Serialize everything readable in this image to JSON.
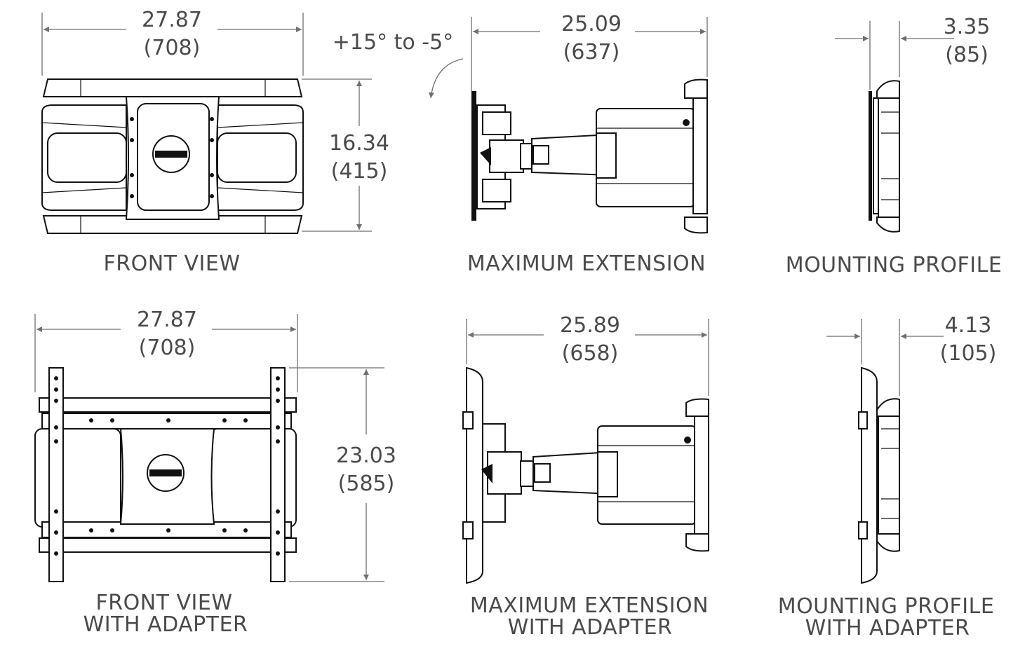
{
  "views": [
    {
      "id": "front",
      "label": [
        "FRONT VIEW"
      ],
      "dims": [
        {
          "value": "27.87",
          "metric": "(708)"
        },
        {
          "value": "16.34",
          "metric": "(415)"
        }
      ]
    },
    {
      "id": "max",
      "label": [
        "MAXIMUM EXTENSION"
      ],
      "dims": [
        {
          "value": "25.09",
          "metric": "(637)"
        }
      ],
      "tilt": "+15° to -5°"
    },
    {
      "id": "profile",
      "label": [
        "MOUNTING PROFILE"
      ],
      "dims": [
        {
          "value": "3.35",
          "metric": "(85)"
        }
      ]
    },
    {
      "id": "front_adapter",
      "label": [
        "FRONT VIEW",
        "WITH ADAPTER"
      ],
      "dims": [
        {
          "value": "27.87",
          "metric": "(708)"
        },
        {
          "value": "23.03",
          "metric": "(585)"
        }
      ]
    },
    {
      "id": "max_adapter",
      "label": [
        "MAXIMUM EXTENSION",
        "WITH ADAPTER"
      ],
      "dims": [
        {
          "value": "25.89",
          "metric": "(658)"
        }
      ]
    },
    {
      "id": "profile_adapter",
      "label": [
        "MOUNTING PROFILE",
        "WITH ADAPTER"
      ],
      "dims": [
        {
          "value": "4.13",
          "metric": "(105)"
        }
      ]
    }
  ]
}
